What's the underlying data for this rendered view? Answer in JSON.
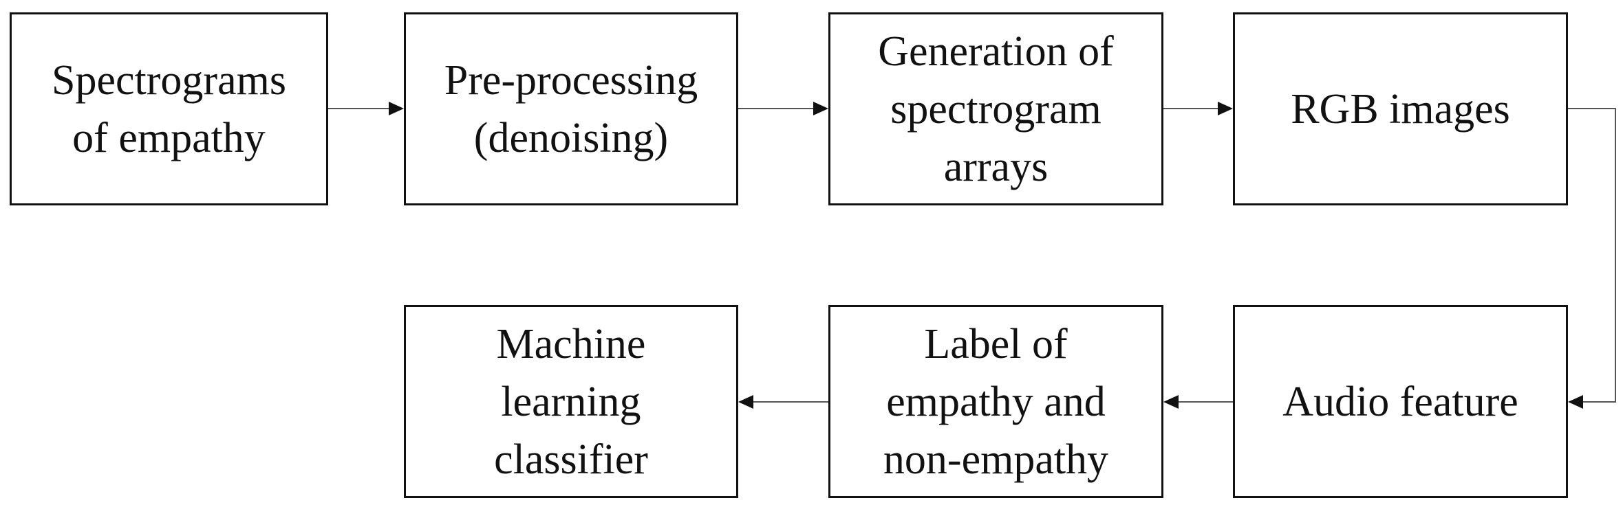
{
  "diagram": {
    "steps": [
      {
        "id": "spectrograms",
        "label": "Spectrograms\nof empathy"
      },
      {
        "id": "preprocessing",
        "label": "Pre-processing\n(denoising)"
      },
      {
        "id": "generation",
        "label": "Generation of\nspectrogram\narrays"
      },
      {
        "id": "rgb",
        "label": "RGB images"
      },
      {
        "id": "audio-feature",
        "label": "Audio feature"
      },
      {
        "id": "label",
        "label": "Label of\nempathy and\nnon-empathy"
      },
      {
        "id": "classifier",
        "label": "Machine\nlearning\nclassifier"
      }
    ],
    "line_color": "#555555",
    "box_border_color": "#111111"
  }
}
